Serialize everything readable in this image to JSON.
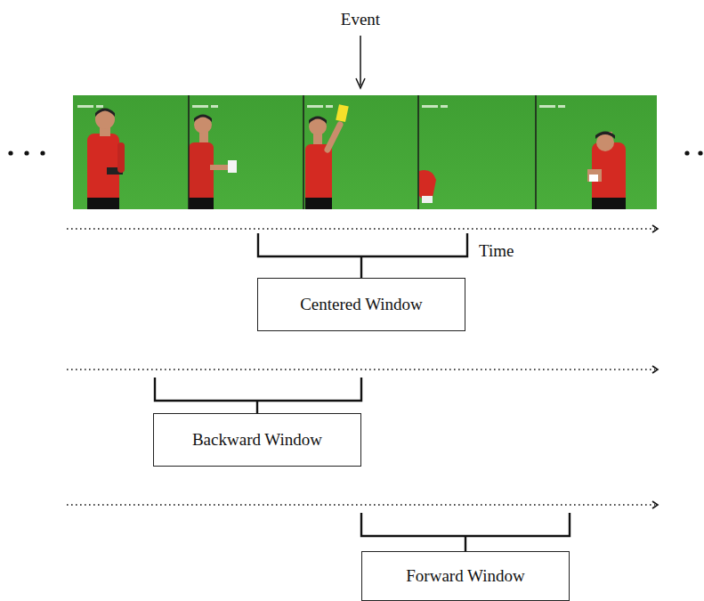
{
  "diagram": {
    "nodes": [
      {
        "text": [
          "Centered Window"
        ]
      },
      {
        "text": [
          "Backward Window"
        ]
      },
      {
        "text": [
          "Forward Window"
        ]
      }
    ],
    "labels": [
      "Event",
      "Time"
    ]
  }
}
